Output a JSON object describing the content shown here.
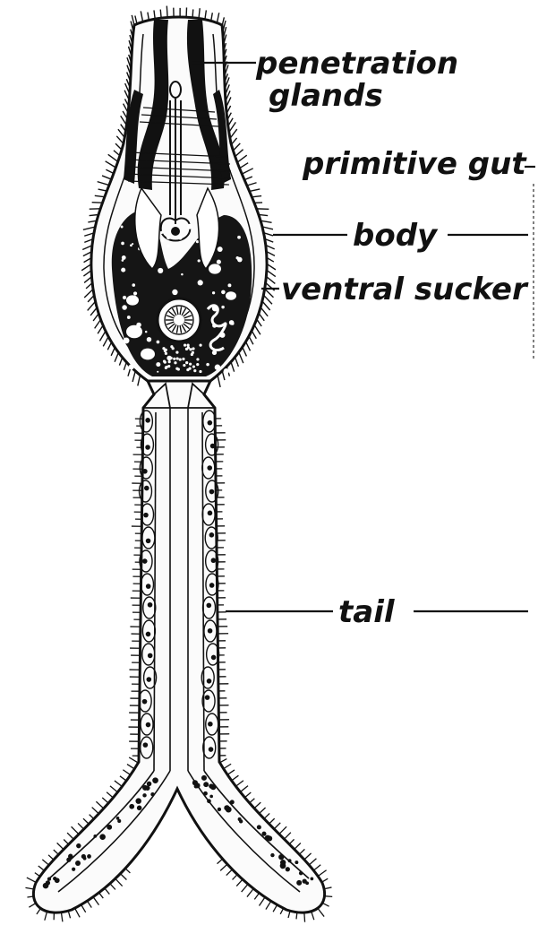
{
  "labels": {
    "penetration_glands_line1": "penetration",
    "penetration_glands_line2": "glands",
    "primitive_gut": "primitive gut",
    "body": "body",
    "ventral_sucker": "ventral sucker",
    "tail": "tail"
  }
}
